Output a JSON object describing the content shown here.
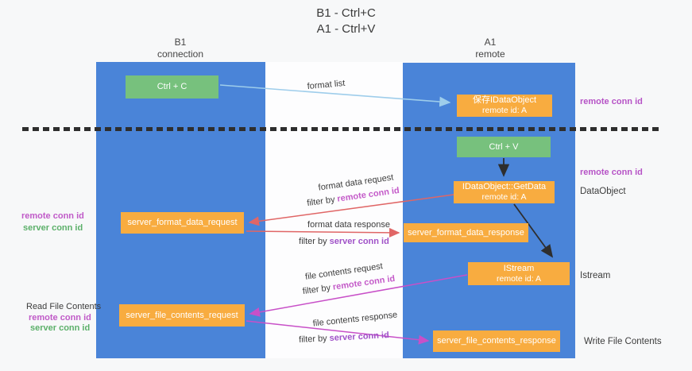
{
  "title": {
    "line1": "B1 - Ctrl+C",
    "line2": "A1 - Ctrl+V"
  },
  "columns": {
    "left": {
      "name": "B1",
      "role": "connection"
    },
    "right": {
      "name": "A1",
      "role": "remote"
    }
  },
  "nodes": {
    "ctrl_c": "Ctrl + C",
    "ctrl_v": "Ctrl + V",
    "save_idataobject": {
      "line1": "保存IDataObject",
      "line2": "remote id: A"
    },
    "idataobject_getdata": {
      "line1": "IDataObject::GetData",
      "line2": "remote id: A"
    },
    "istream": {
      "line1": "IStream",
      "line2": "remote id: A"
    },
    "server_format_data_request": "server_format_data_request",
    "server_format_data_response": "server_format_data_response",
    "server_file_contents_request": "server_file_contents_request",
    "server_file_contents_response": "server_file_contents_response"
  },
  "flow": {
    "format_list": "format list",
    "format_data_request": "format data request",
    "format_data_response": "format data response",
    "file_contents_request": "file contents request",
    "file_contents_response": "file contents response",
    "filter_by": "filter by",
    "remote_conn_id": "remote conn id",
    "server_conn_id": "server conn id"
  },
  "left_labels": {
    "remote_conn_id": "remote conn id",
    "server_conn_id": "server conn id",
    "read_file_contents": "Read File Contents",
    "remote_conn_id_2": "remote conn id",
    "server_conn_id_2": "server conn id"
  },
  "right_labels": {
    "remote_conn_id_top": "remote conn id",
    "remote_conn_id_mid": "remote conn id",
    "dataobject": "DataObject",
    "istream": "Istream",
    "write_file_contents": "Write File Contents"
  },
  "colors": {
    "column_blue": "#4a84d8",
    "node_green": "#77c17d",
    "node_orange": "#f8ac40",
    "arrow_light_blue": "#9ecdeb",
    "arrow_red": "#e06666",
    "arrow_magenta": "#c850c8",
    "arrow_black": "#2e2e2e",
    "label_magenta": "#c45bc9",
    "label_purple": "#a052c8",
    "label_green": "#5cb06a"
  }
}
